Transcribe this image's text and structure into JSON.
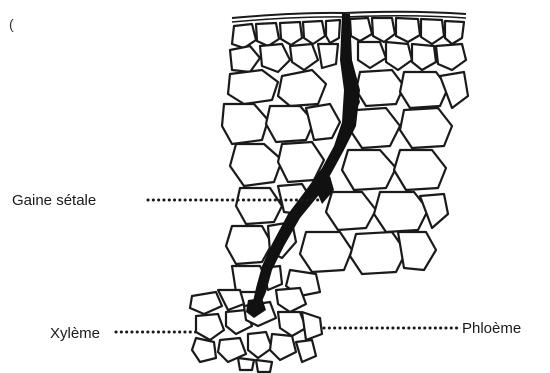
{
  "corner_mark": "(",
  "labels": {
    "gaine": "Gaine sétale",
    "xyleme": "Xylème",
    "phloeme": "Phloème"
  }
}
